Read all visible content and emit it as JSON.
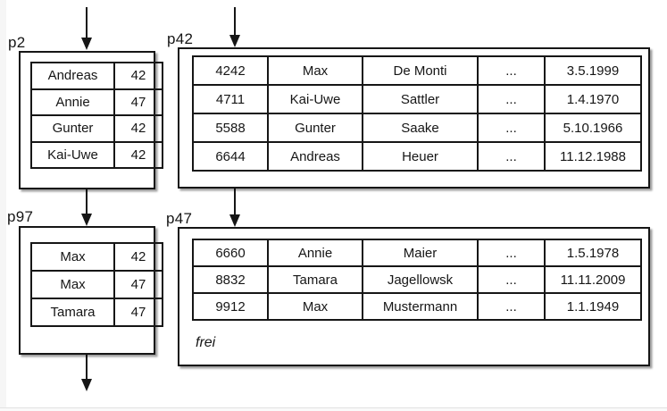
{
  "colors": {
    "ink": "#161616",
    "background": "#ffffff"
  },
  "diagram": {
    "pages": [
      {
        "label": "p2",
        "rows": [
          [
            "Andreas",
            "42"
          ],
          [
            "Annie",
            "47"
          ],
          [
            "Gunter",
            "42"
          ],
          [
            "Kai-Uwe",
            "42"
          ]
        ]
      },
      {
        "label": "p42",
        "rows": [
          [
            "4242",
            "Max",
            "De Monti",
            "...",
            "3.5.1999"
          ],
          [
            "4711",
            "Kai-Uwe",
            "Sattler",
            "...",
            "1.4.1970"
          ],
          [
            "5588",
            "Gunter",
            "Saake",
            "...",
            "5.10.1966"
          ],
          [
            "6644",
            "Andreas",
            "Heuer",
            "...",
            "11.12.1988"
          ]
        ]
      },
      {
        "label": "p97",
        "rows": [
          [
            "Max",
            "42"
          ],
          [
            "Max",
            "47"
          ],
          [
            "Tamara",
            "47"
          ]
        ]
      },
      {
        "label": "p47",
        "rows": [
          [
            "6660",
            "Annie",
            "Maier",
            "...",
            "1.5.1978"
          ],
          [
            "8832",
            "Tamara",
            "Jagellowsk",
            "...",
            "11.11.2009"
          ],
          [
            "9912",
            "Max",
            "Mustermann",
            "...",
            "1.1.1949"
          ]
        ],
        "free_label": "frei"
      }
    ]
  }
}
